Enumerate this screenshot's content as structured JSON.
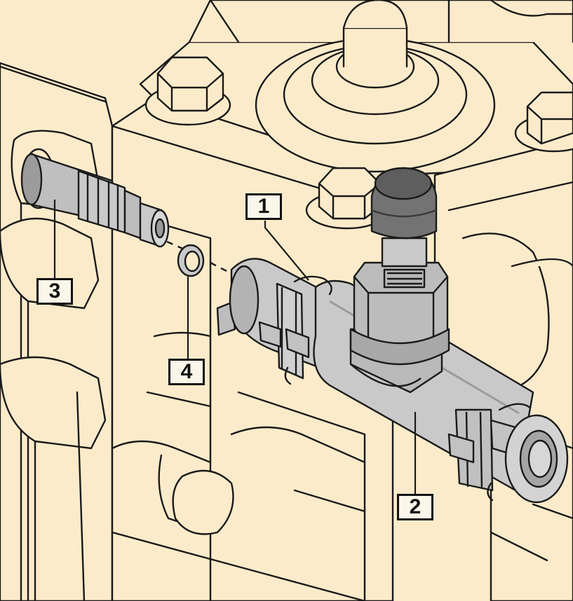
{
  "diagram": {
    "colors": {
      "background": "#fcebca",
      "outline": "#1a1a1a",
      "part_fill": "#c9c9c9",
      "part_shade": "#9b9b9b",
      "cap_fill": "#5e5e5e",
      "label_fill": "#fbf6ea"
    },
    "callouts": [
      {
        "id": "1",
        "label": "1",
        "part": "hose-clamp"
      },
      {
        "id": "2",
        "label": "2",
        "part": "tee-fitting"
      },
      {
        "id": "3",
        "label": "3",
        "part": "inlet-nipple"
      },
      {
        "id": "4",
        "label": "4",
        "part": "o-ring"
      }
    ]
  }
}
